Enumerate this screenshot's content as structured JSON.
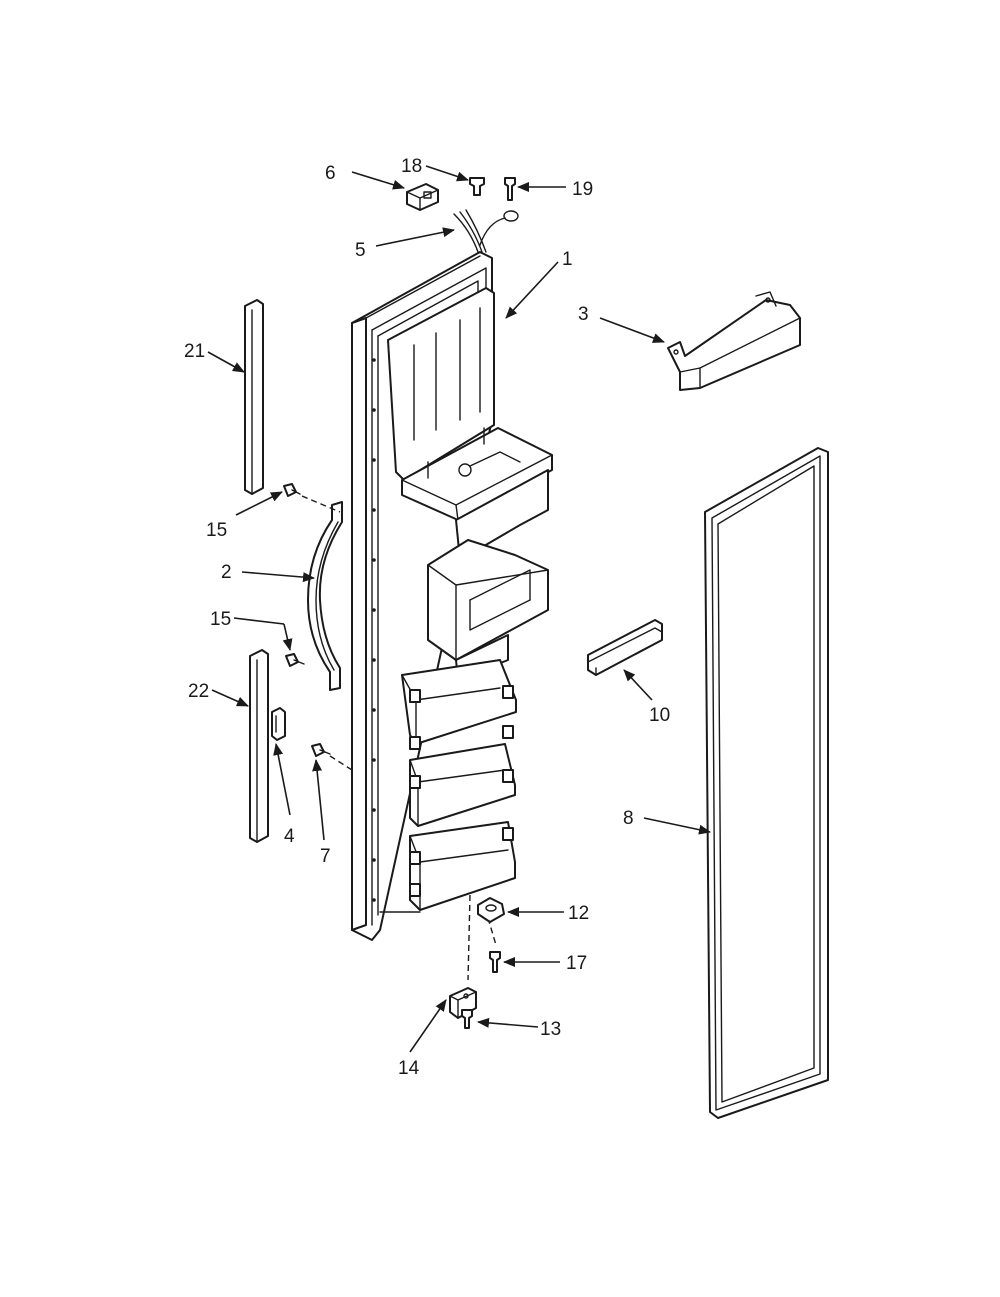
{
  "callouts": {
    "c1": "1",
    "c2": "2",
    "c3": "3",
    "c4": "4",
    "c5": "5",
    "c6": "6",
    "c7": "7",
    "c8": "8",
    "c10": "10",
    "c12": "12",
    "c13": "13",
    "c14": "14",
    "c15a": "15",
    "c15b": "15",
    "c17": "17",
    "c18": "18",
    "c19": "19",
    "c21": "21",
    "c22": "22"
  }
}
